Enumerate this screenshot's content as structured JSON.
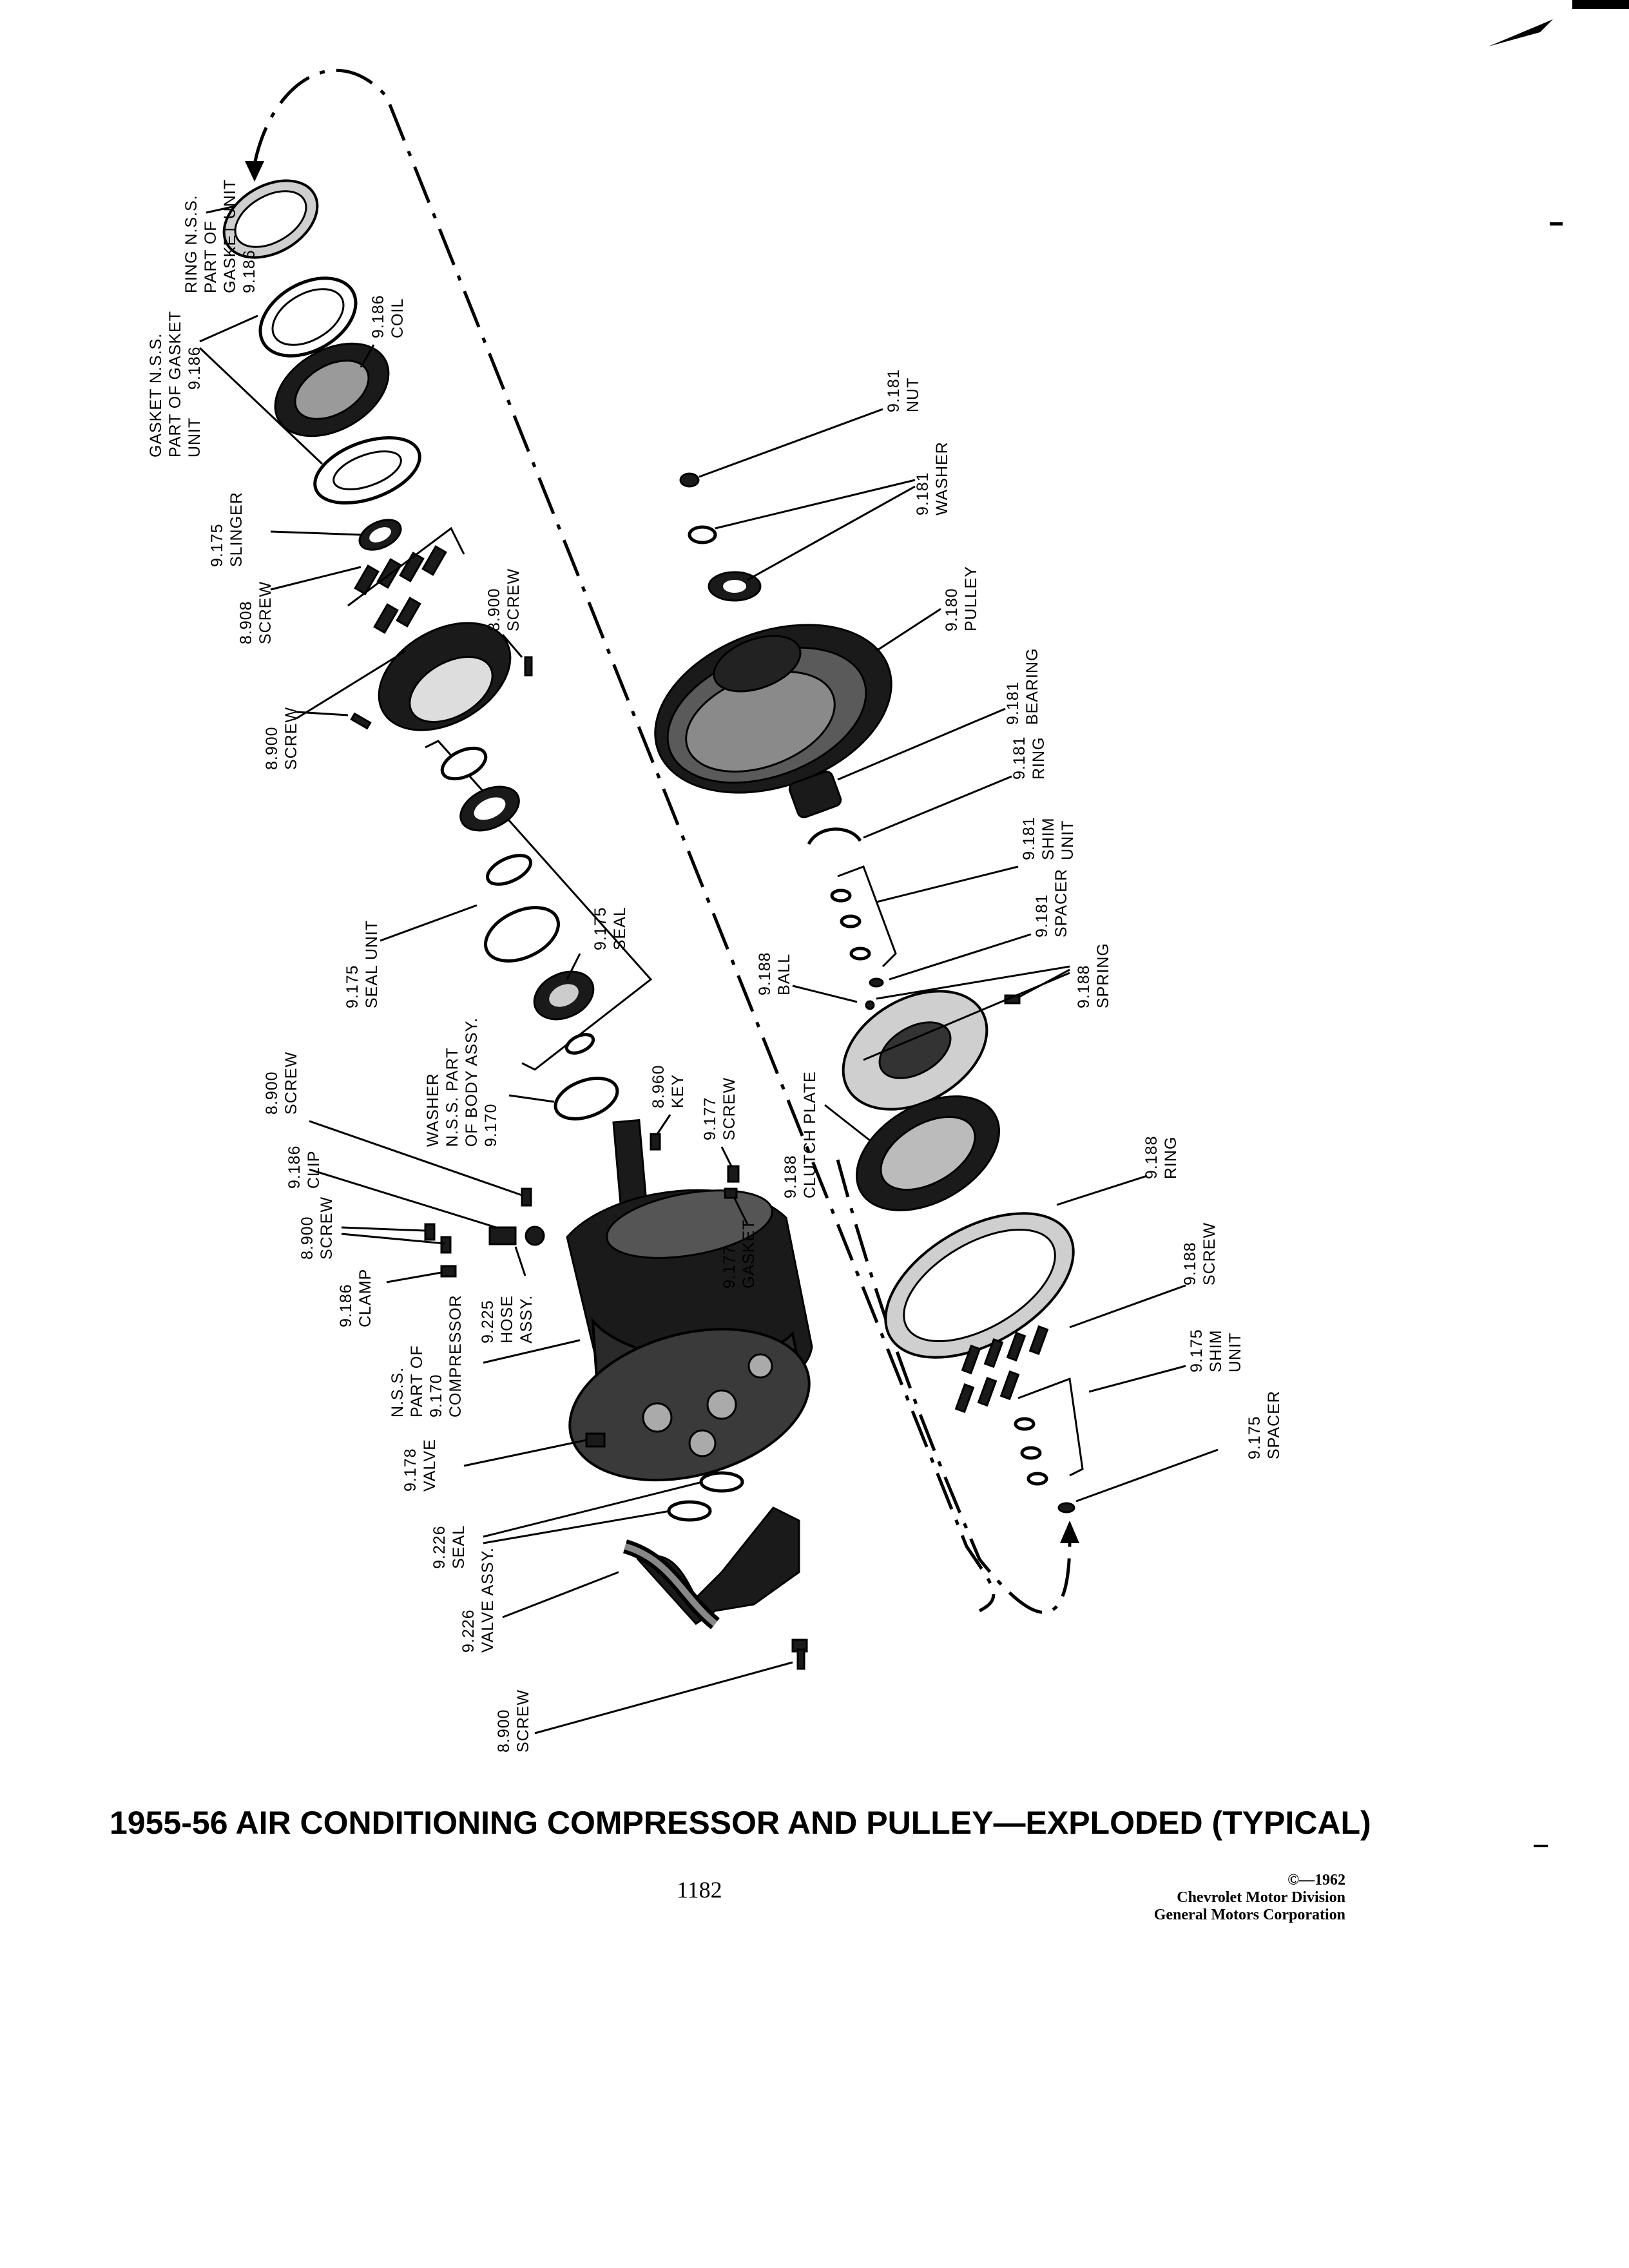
{
  "caption": "1955-56 AIR CONDITIONING COMPRESSOR AND PULLEY—EXPLODED (TYPICAL)",
  "page_number": "1182",
  "credit": {
    "copyright": "©—1962",
    "division": "Chevrolet Motor Division",
    "corporation": "General Motors Corporation"
  },
  "labels": [
    {
      "num": "9.186",
      "text": [
        "RING N.S.S.",
        "PART OF",
        "GASKET UNIT"
      ]
    },
    {
      "num": "9.186",
      "text": [
        "COIL"
      ]
    },
    {
      "num": "9.186",
      "text": [
        "GASKET N.S.S.",
        "PART OF GASKET",
        "UNIT"
      ]
    },
    {
      "num": "9.175",
      "text": [
        "SLINGER"
      ]
    },
    {
      "num": "8.908",
      "text": [
        "SCREW"
      ]
    },
    {
      "num": "8.900",
      "text": [
        "SCREW"
      ]
    },
    {
      "num": "8.900",
      "text": [
        "SCREW"
      ]
    },
    {
      "num": "9.175",
      "text": [
        "SEAL UNIT"
      ]
    },
    {
      "num": "9.175",
      "text": [
        "SEAL"
      ]
    },
    {
      "num": "9.170",
      "text": [
        "WASHER",
        "N.S.S. PART",
        "OF BODY ASSY."
      ]
    },
    {
      "num": "8.960",
      "text": [
        "KEY"
      ]
    },
    {
      "num": "9.177",
      "text": [
        "SCREW"
      ]
    },
    {
      "num": "8.900",
      "text": [
        "SCREW"
      ]
    },
    {
      "num": "9.186",
      "text": [
        "CLIP"
      ]
    },
    {
      "num": "8.900",
      "text": [
        "SCREW"
      ]
    },
    {
      "num": "9.186",
      "text": [
        "CLAMP"
      ]
    },
    {
      "num": "9.225",
      "text": [
        "HOSE",
        "ASSY."
      ]
    },
    {
      "num": "9.177",
      "text": [
        "GASKET"
      ]
    },
    {
      "num": "9.170",
      "text": [
        "N.S.S.",
        "PART OF",
        "COMPRESSOR"
      ]
    },
    {
      "num": "9.178",
      "text": [
        "VALVE"
      ]
    },
    {
      "num": "9.226",
      "text": [
        "SEAL"
      ]
    },
    {
      "num": "9.226",
      "text": [
        "VALVE ASSY."
      ]
    },
    {
      "num": "8.900",
      "text": [
        "SCREW"
      ]
    },
    {
      "num": "9.181",
      "text": [
        "NUT"
      ]
    },
    {
      "num": "9.181",
      "text": [
        "WASHER"
      ]
    },
    {
      "num": "9.180",
      "text": [
        "PULLEY"
      ]
    },
    {
      "num": "9.181",
      "text": [
        "BEARING"
      ]
    },
    {
      "num": "9.181",
      "text": [
        "RING"
      ]
    },
    {
      "num": "9.181",
      "text": [
        "SHIM",
        "UNIT"
      ]
    },
    {
      "num": "9.181",
      "text": [
        "SPACER"
      ]
    },
    {
      "num": "9.188",
      "text": [
        "BALL"
      ]
    },
    {
      "num": "9.188",
      "text": [
        "SPRING"
      ]
    },
    {
      "num": "9.188",
      "text": [
        "CLUTCH PLATE"
      ]
    },
    {
      "num": "9.188",
      "text": [
        "RING"
      ]
    },
    {
      "num": "9.188",
      "text": [
        "SCREW"
      ]
    },
    {
      "num": "9.175",
      "text": [
        "SHIM",
        "UNIT"
      ]
    },
    {
      "num": "9.175",
      "text": [
        "SPACER"
      ]
    }
  ]
}
